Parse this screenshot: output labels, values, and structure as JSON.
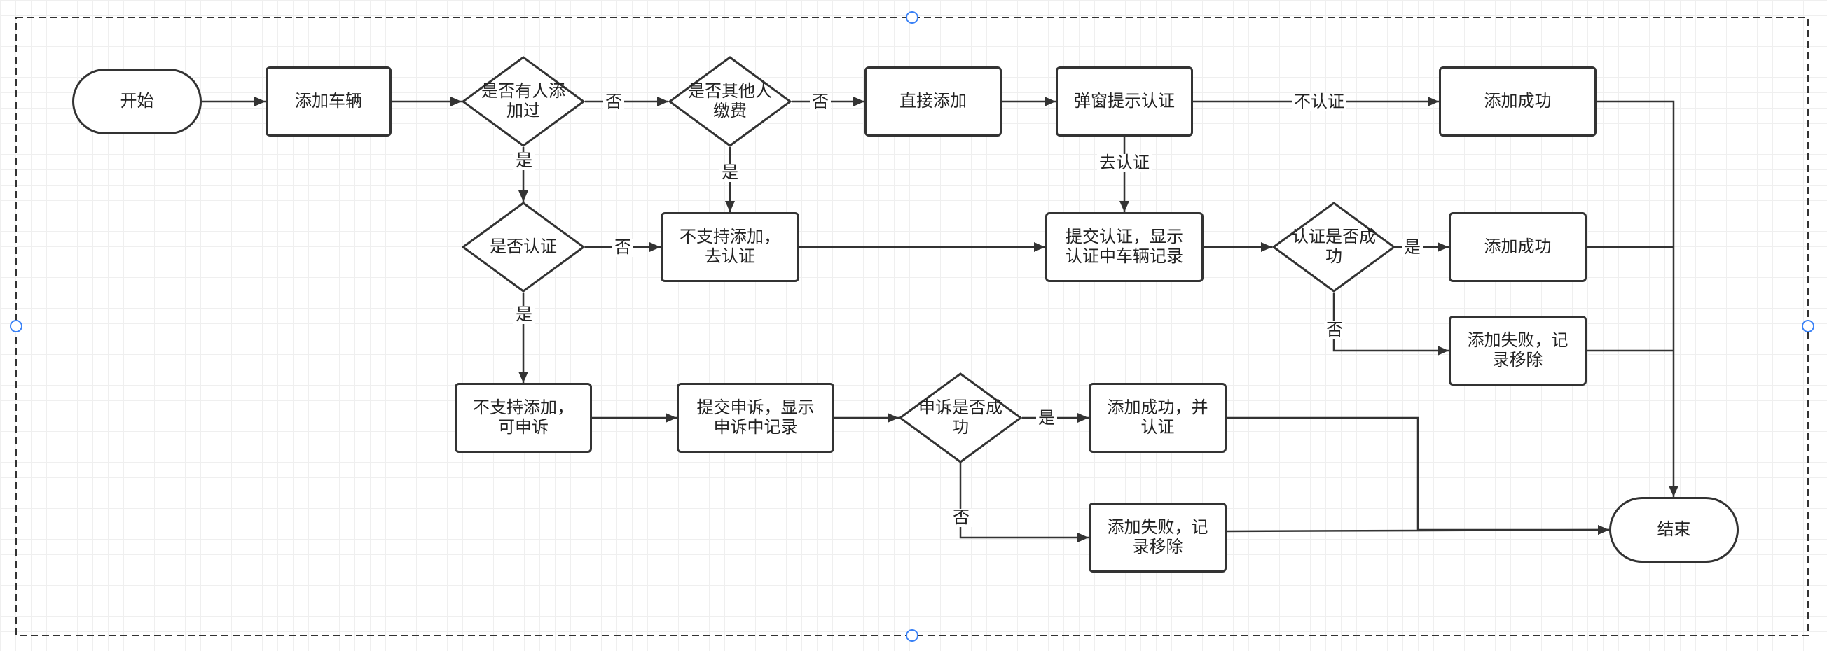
{
  "colors": {
    "line": "#333333",
    "node_fill": "#ffffff",
    "selection_handle": "#3b82f6",
    "grid": "#efefef"
  },
  "canvas": {
    "grid": true
  },
  "nodes": {
    "start": {
      "lines": [
        "开始"
      ]
    },
    "add_vehicle": {
      "lines": [
        "添加车辆"
      ]
    },
    "q_added_by_others": {
      "lines": [
        "是否有人添",
        "加过"
      ]
    },
    "q_others_paid": {
      "lines": [
        "是否其他人",
        "缴费"
      ]
    },
    "direct_add": {
      "lines": [
        "直接添加"
      ]
    },
    "popup_verify": {
      "lines": [
        "弹窗提示认证"
      ]
    },
    "success_1": {
      "lines": [
        "添加成功"
      ]
    },
    "q_verified": {
      "lines": [
        "是否认证"
      ]
    },
    "not_supported_verify": {
      "lines": [
        "不支持添加，",
        "去认证"
      ]
    },
    "submit_verify": {
      "lines": [
        "提交认证，显示",
        "认证中车辆记录"
      ]
    },
    "q_verify_success": {
      "lines": [
        "认证是否成",
        "功"
      ]
    },
    "success_2": {
      "lines": [
        "添加成功"
      ]
    },
    "fail_1": {
      "lines": [
        "添加失败，记",
        "录移除"
      ]
    },
    "not_supported_appeal": {
      "lines": [
        "不支持添加，",
        "可申诉"
      ]
    },
    "submit_appeal": {
      "lines": [
        "提交申诉，显示",
        "申诉中记录"
      ]
    },
    "q_appeal_success": {
      "lines": [
        "申诉是否成",
        "功"
      ]
    },
    "success_verified": {
      "lines": [
        "添加成功，并",
        "认证"
      ]
    },
    "fail_2": {
      "lines": [
        "添加失败，记",
        "录移除"
      ]
    },
    "end": {
      "lines": [
        "结束"
      ]
    }
  },
  "edge_labels": {
    "added_no": "否",
    "added_yes": "是",
    "paid_no": "否",
    "paid_yes": "是",
    "popup_no_verify": "不认证",
    "popup_go_verify": "去认证",
    "verified_no": "否",
    "verified_yes": "是",
    "verify_success_yes": "是",
    "verify_success_no": "否",
    "appeal_success_yes": "是",
    "appeal_success_no": "否"
  }
}
